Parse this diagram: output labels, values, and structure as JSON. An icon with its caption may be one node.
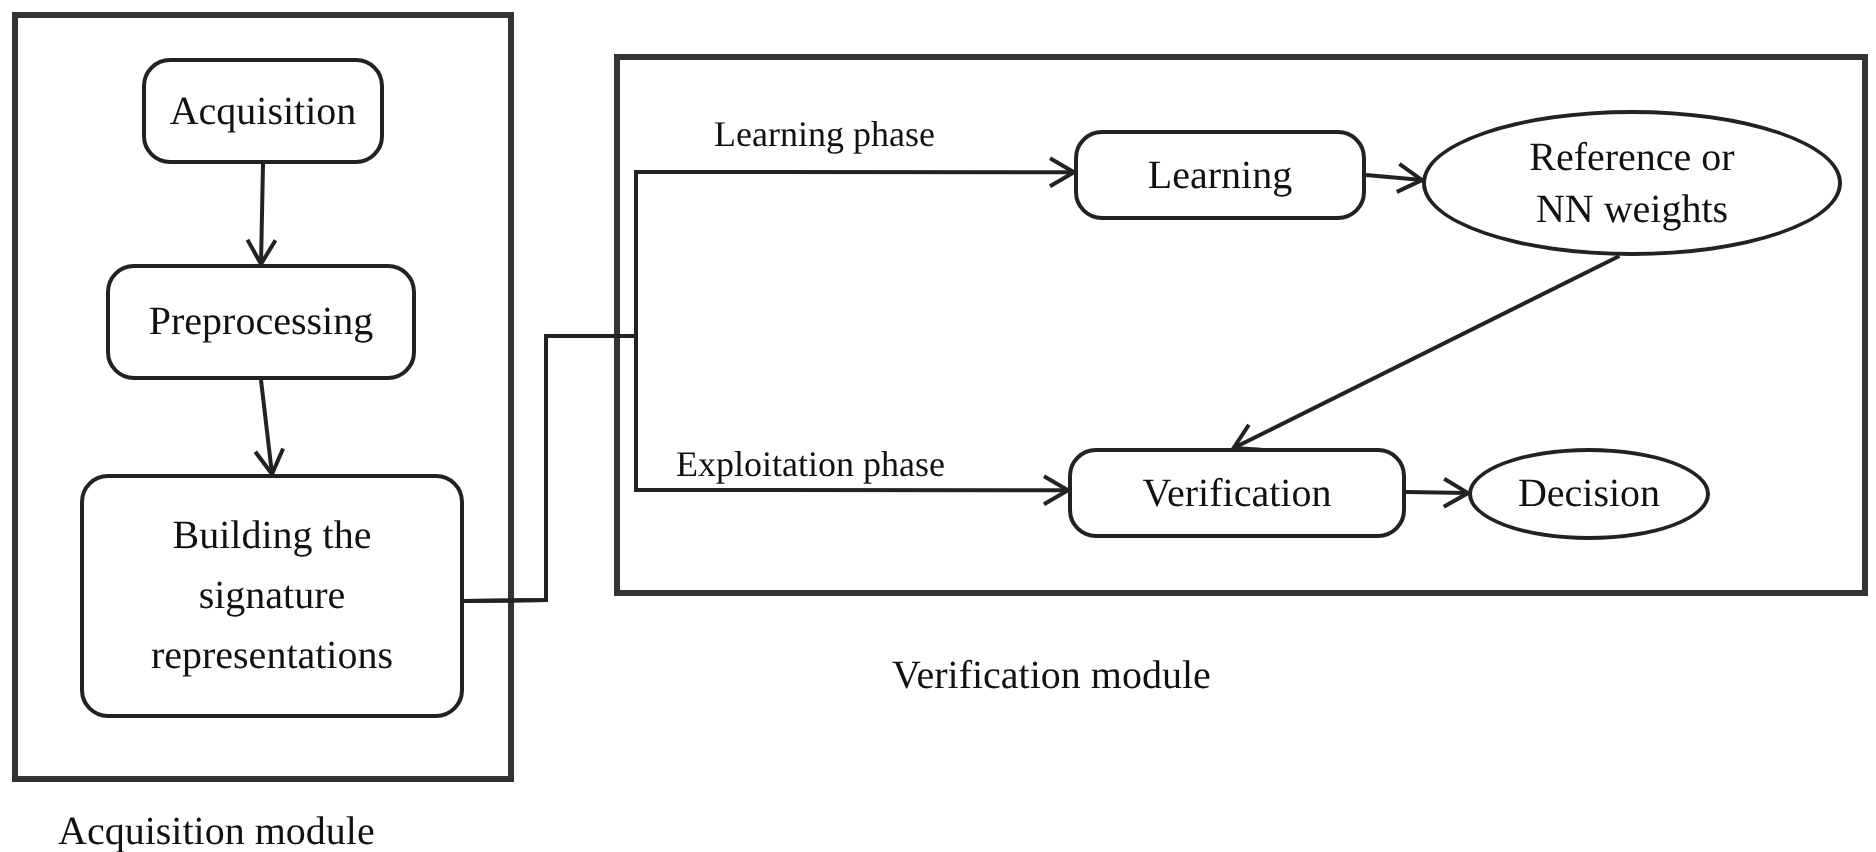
{
  "diagram": {
    "nodes": [
      {
        "text": [
          "Acquisition module"
        ]
      },
      {
        "text": [
          "Acquisition"
        ],
        "in": 0
      },
      {
        "text": [
          "Preprocessing"
        ],
        "in": 0
      },
      {
        "text": [
          "Building the signature representations"
        ],
        "in": 0
      },
      {
        "text": [
          "Verification module"
        ]
      },
      {
        "text": [
          "Learning"
        ],
        "in": 4
      },
      {
        "text": [
          "Reference or NN weights"
        ],
        "in": 4
      },
      {
        "text": [
          "Verification"
        ],
        "in": 4
      },
      {
        "text": [
          "Decision"
        ],
        "in": 4
      }
    ],
    "edges": [
      {
        "from": 1,
        "to": 2,
        "arrow": "to"
      },
      {
        "from": 2,
        "to": 3,
        "arrow": "to"
      },
      {
        "from": 3,
        "to": 5,
        "arrow": "to",
        "label": "Learning phase"
      },
      {
        "from": 3,
        "to": 7,
        "arrow": "to",
        "label": "Exploitation phase"
      },
      {
        "from": 5,
        "to": 6,
        "arrow": "to"
      },
      {
        "from": 6,
        "to": 7,
        "arrow": "to"
      },
      {
        "from": 7,
        "to": 8,
        "arrow": "to"
      }
    ]
  }
}
